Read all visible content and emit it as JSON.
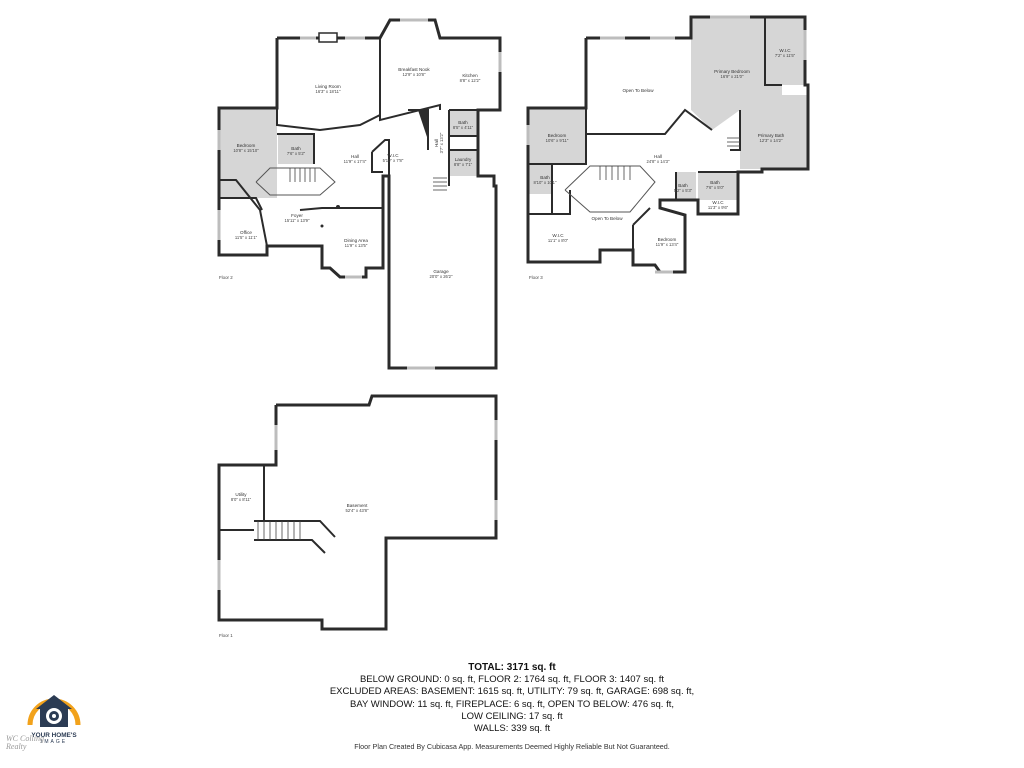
{
  "floors": {
    "floor2": {
      "tag": "Floor 2",
      "rooms": [
        {
          "key": "living",
          "name": "Living Room",
          "dim": "16'3\" x 18'11\""
        },
        {
          "key": "breakfast",
          "name": "Breakfast Nook",
          "dim": "12'9\" x 10'8\""
        },
        {
          "key": "kitchen",
          "name": "Kitchen",
          "dim": "8'8\" x 12'2\""
        },
        {
          "key": "bedroom",
          "name": "Bedroom",
          "dim": "10'8\" x 15'10\""
        },
        {
          "key": "bath",
          "name": "Bath",
          "dim": "7'6\" x 5'2\""
        },
        {
          "key": "hall",
          "name": "Hall",
          "dim": "11'9\" x 17'4\""
        },
        {
          "key": "wic",
          "name": "W.I.C",
          "dim": "5'10\" x 7'8\""
        },
        {
          "key": "bath2",
          "name": "Bath",
          "dim": "8'5\" x 4'11\""
        },
        {
          "key": "hall2",
          "name": "Hall",
          "dim": "3'7\" x 13'2\""
        },
        {
          "key": "laundry",
          "name": "Laundry",
          "dim": "8'8\" x 7'1\""
        },
        {
          "key": "foyer",
          "name": "Foyer",
          "dim": "15'11\" x 13'9\""
        },
        {
          "key": "office",
          "name": "Office",
          "dim": "11'5\" x 11'1\""
        },
        {
          "key": "dining",
          "name": "Dining Area",
          "dim": "11'9\" x 13'5\""
        },
        {
          "key": "garage",
          "name": "Garage",
          "dim": "20'0\" x 26'2\""
        }
      ]
    },
    "floor3": {
      "tag": "Floor 3",
      "rooms": [
        {
          "key": "otb",
          "name": "Open To Below",
          "dim": ""
        },
        {
          "key": "primary",
          "name": "Primary Bedroom",
          "dim": "16'9\" x 21'0\""
        },
        {
          "key": "wic",
          "name": "W.I.C",
          "dim": "7'2\" x 11'5\""
        },
        {
          "key": "pbath",
          "name": "Primary Bath",
          "dim": "12'3\" x 14'2\""
        },
        {
          "key": "bedroom",
          "name": "Bedroom",
          "dim": "10'6\" x 9'11\""
        },
        {
          "key": "hall",
          "name": "Hall",
          "dim": "24'8\" x 14'3\""
        },
        {
          "key": "bath",
          "name": "Bath",
          "dim": "8'10\" x 10'1\""
        },
        {
          "key": "bath2",
          "name": "Bath",
          "dim": "5'2\" x 5'3\""
        },
        {
          "key": "bath3",
          "name": "Bath",
          "dim": "7'6\" x 5'0\""
        },
        {
          "key": "wic2",
          "name": "W.I.C",
          "dim": "11'3\" x 9'6\""
        },
        {
          "key": "otb2",
          "name": "Open To Below",
          "dim": ""
        },
        {
          "key": "wic3",
          "name": "W.I.C",
          "dim": "11'1\" x 8'0\""
        },
        {
          "key": "bedroom2",
          "name": "Bedroom",
          "dim": "11'9\" x 13'4\""
        }
      ]
    },
    "floor1": {
      "tag": "Floor 1",
      "rooms": [
        {
          "key": "utility",
          "name": "Utility",
          "dim": "8'0\" x 8'11\""
        },
        {
          "key": "basement",
          "name": "Basement",
          "dim": "52'4\" x 43'8\""
        }
      ]
    }
  },
  "summary": {
    "total": "TOTAL: 3171 sq. ft",
    "lines": [
      "BELOW GROUND: 0 sq. ft, FLOOR 2: 1764 sq. ft, FLOOR 3: 1407 sq. ft",
      "EXCLUDED AREAS: BASEMENT: 1615 sq. ft, UTILITY: 79 sq. ft, GARAGE: 698 sq. ft,",
      "BAY WINDOW: 11 sq. ft, FIREPLACE: 6 sq. ft, OPEN TO BELOW: 476 sq. ft,",
      "LOW CEILING: 17 sq. ft",
      "WALLS: 339 sq. ft"
    ]
  },
  "disclaimer": "Floor Plan Created By Cubicasa App. Measurements Deemed Highly Reliable But Not Guaranteed.",
  "logo": {
    "brand_line1": "YOUR HOME'S",
    "brand_line2": "IMAGE",
    "icon": "house-camera-logo-icon",
    "colors": {
      "orange": "#f2a21b",
      "navy": "#2b3b53"
    }
  },
  "watermark": "WC Colling Realty"
}
